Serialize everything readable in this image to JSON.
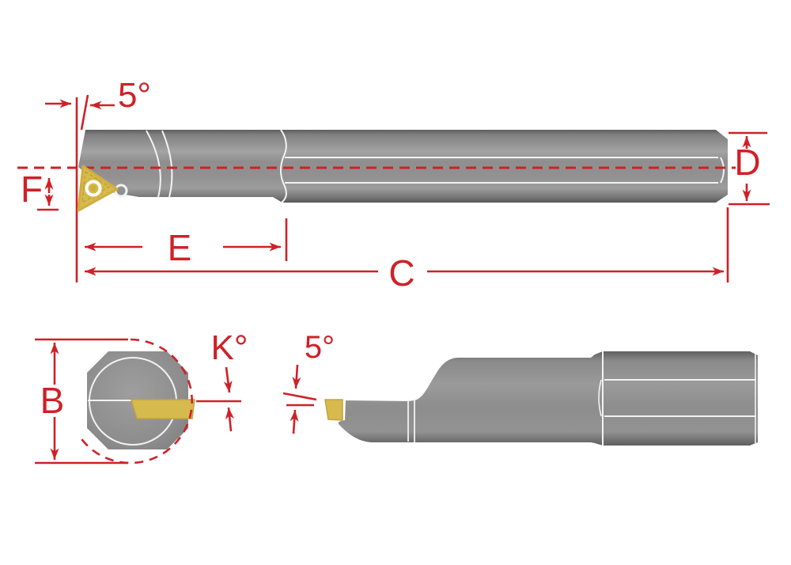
{
  "labels": {
    "side_view": {
      "lead_angle": "5°",
      "nose_height": "F",
      "head_length": "E",
      "overall_length": "C",
      "shank_diameter": "D"
    },
    "end_view": {
      "cutting_diameter": "B",
      "inclination_angle": "K°"
    },
    "plan_view": {
      "end_clearance_angle": "5°"
    }
  },
  "colors": {
    "dimension_red": "#cf2127",
    "body_gray": "#8d8d8d",
    "insert_gold": "#d7ba4e",
    "edge_highlight": "#f2f2f2",
    "background": "#ffffff"
  }
}
